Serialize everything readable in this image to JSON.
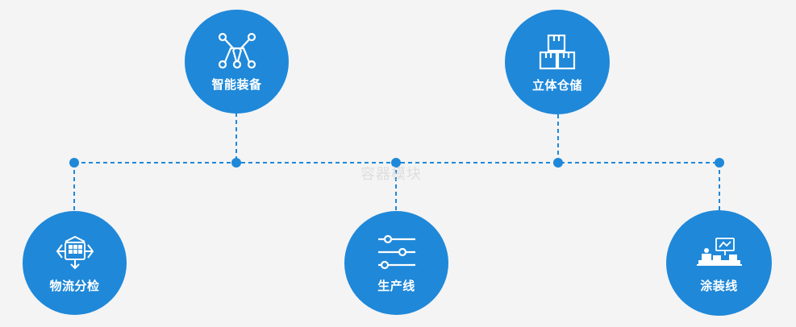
{
  "colors": {
    "node": "#1f88d9",
    "line": "#1f88d9",
    "background": "#f4f4f4"
  },
  "watermark": "容器模块",
  "nodes": [
    {
      "id": "intelligent-equipment",
      "label": "智能装备",
      "icon": "network-nodes-icon"
    },
    {
      "id": "stereo-warehouse",
      "label": "立体仓储",
      "icon": "stacked-boxes-icon"
    },
    {
      "id": "logistics-sorting",
      "label": "物流分检",
      "icon": "sorting-arrows-icon"
    },
    {
      "id": "production-line",
      "label": "生产线",
      "icon": "sliders-icon"
    },
    {
      "id": "coating-line",
      "label": "涂装线",
      "icon": "factory-line-icon"
    }
  ]
}
